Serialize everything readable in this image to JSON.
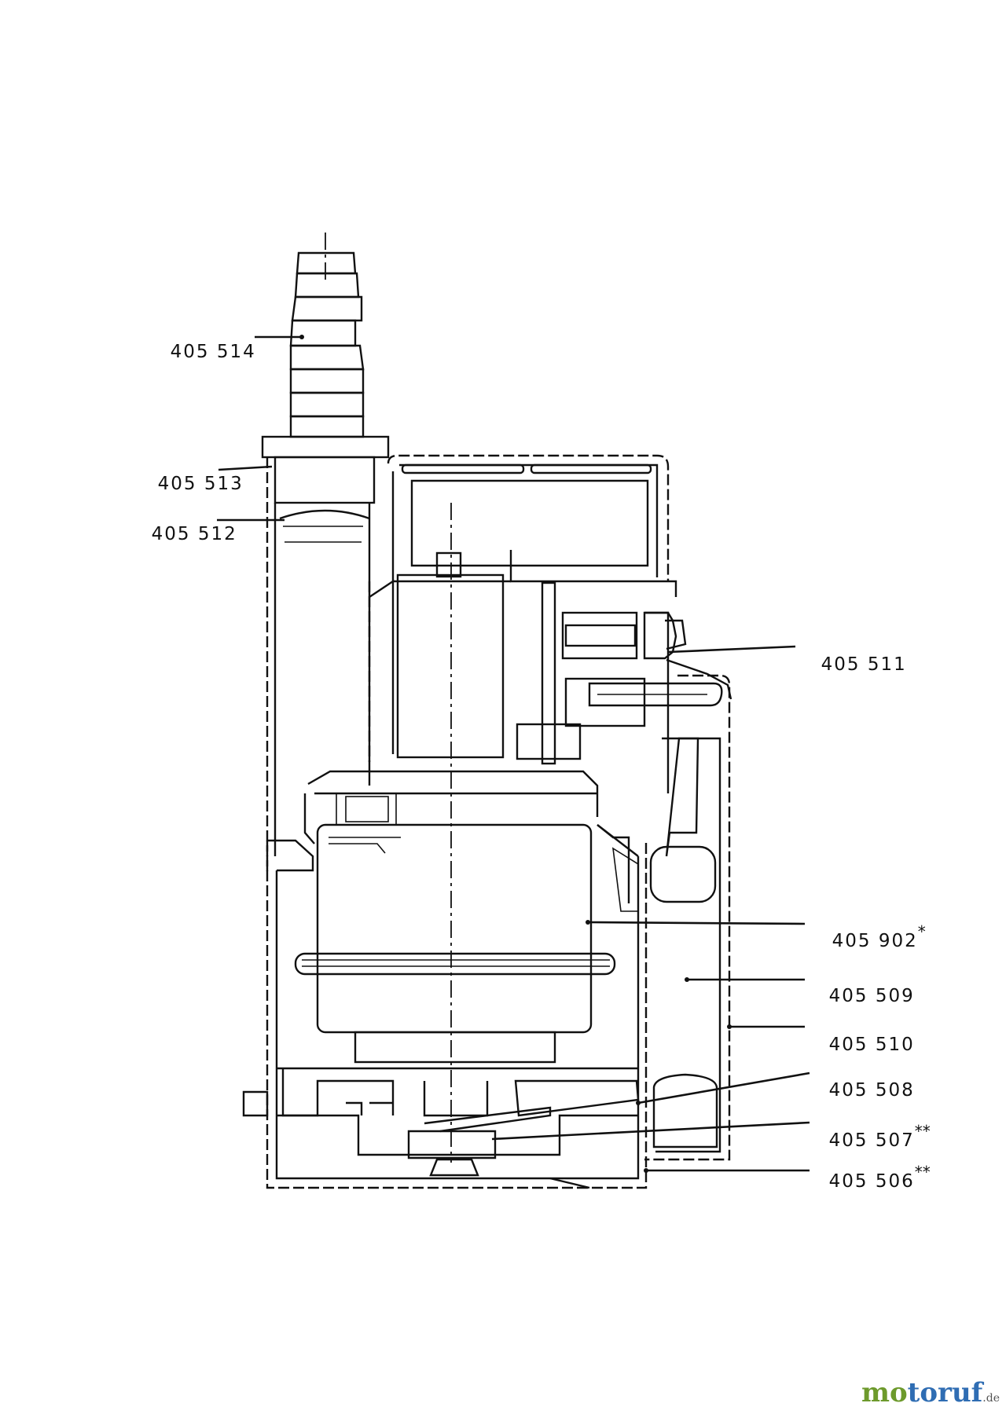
{
  "diagram": {
    "parts": [
      {
        "id": "p514",
        "label": "405 514",
        "mark": ""
      },
      {
        "id": "p513",
        "label": "405 513",
        "mark": ""
      },
      {
        "id": "p512",
        "label": "405 512",
        "mark": ""
      },
      {
        "id": "p511",
        "label": "405 511",
        "mark": ""
      },
      {
        "id": "p902",
        "label": "405 902",
        "mark": "*"
      },
      {
        "id": "p509",
        "label": "405 509",
        "mark": ""
      },
      {
        "id": "p510",
        "label": "405 510",
        "mark": ""
      },
      {
        "id": "p508",
        "label": "405 508",
        "mark": ""
      },
      {
        "id": "p507",
        "label": "405 507",
        "mark": "**"
      },
      {
        "id": "p506",
        "label": "405 506",
        "mark": "**"
      }
    ]
  },
  "watermark": {
    "part1": "mo",
    "part2": "to",
    "part3": "ruf",
    "suffix": ".de"
  },
  "colors": {
    "line": "#111111",
    "watermark_green": "#6d9a2c",
    "watermark_blue": "#2f6db3"
  }
}
